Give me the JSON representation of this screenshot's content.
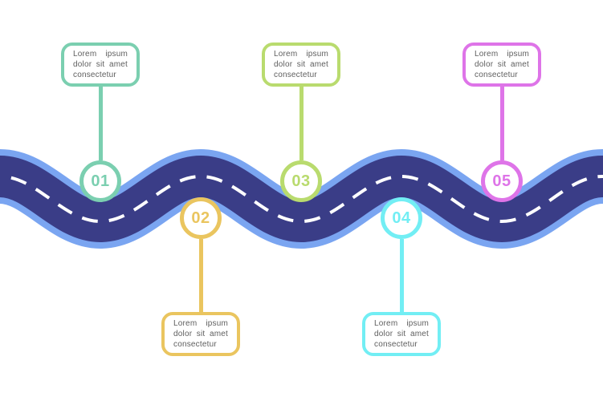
{
  "canvas": {
    "background": "#FFFFFF"
  },
  "road": {
    "surface_color": "#3A3D87",
    "edge_color": "#7AA5F1",
    "lane_marking_color": "#FFFFFF"
  },
  "milestones": [
    {
      "number": "01",
      "text": "Lorem ipsum dolor sit amet consectetur",
      "color": "#7BCFB0",
      "position": "top"
    },
    {
      "number": "02",
      "text": "Lorem ipsum dolor sit amet consectetur",
      "color": "#EAC55F",
      "position": "bottom"
    },
    {
      "number": "03",
      "text": "Lorem ipsum dolor sit amet consectetur",
      "color": "#B9DB6E",
      "position": "top"
    },
    {
      "number": "04",
      "text": "Lorem ipsum dolor sit amet consectetur",
      "color": "#72EEF4",
      "position": "bottom"
    },
    {
      "number": "05",
      "text": "Lorem ipsum dolor sit amet consectetur",
      "color": "#DE74E8",
      "position": "top"
    }
  ]
}
